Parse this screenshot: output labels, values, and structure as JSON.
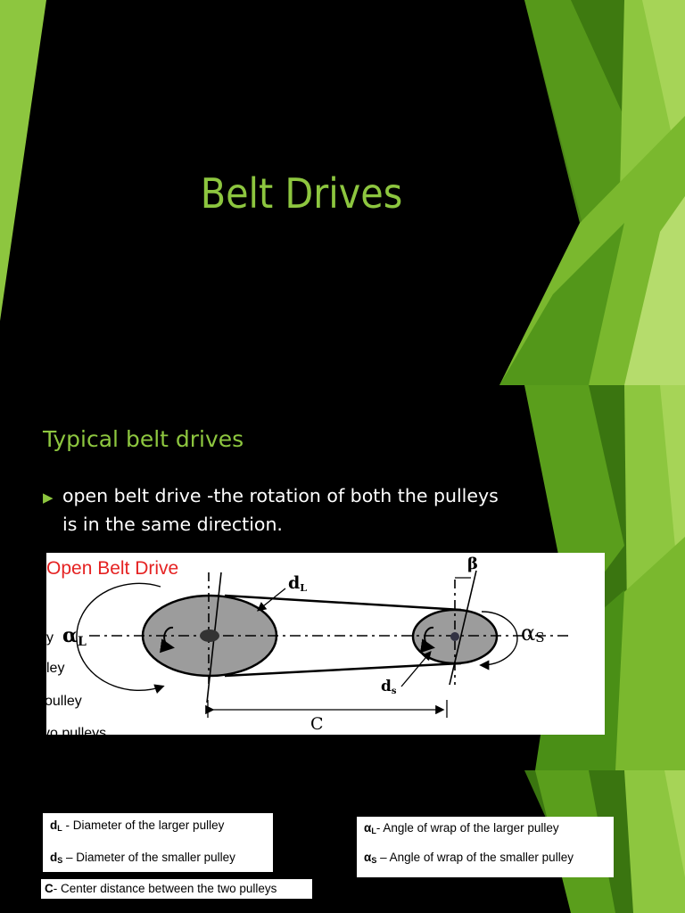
{
  "slide1": {
    "title": "Belt Drives"
  },
  "slide2": {
    "heading": "Typical belt drives",
    "bullet_icon": "triangle-right-icon",
    "bullet_text": "open belt drive -the rotation of both the pulleys is in the same direction.",
    "diagram": {
      "title": "Open Belt Drive",
      "label_dl_main": "d",
      "label_dl_sub": "L",
      "label_ds_main": "d",
      "label_ds_sub": "s",
      "label_beta": "β",
      "label_alpha_l_main": "α",
      "label_alpha_l_sub": "L",
      "label_alpha_s_main": "α",
      "label_alpha_s_sub": "S",
      "label_c": "C",
      "cut_text_1": "y",
      "cut_text_2": "ley",
      "cut_text_3": "oulley",
      "cut_text_4": "vo pulleys"
    }
  },
  "slide3": {
    "legend": [
      {
        "sym": "d",
        "sub": "L",
        "text": " - Diameter of the larger pulley"
      },
      {
        "sym": "d",
        "sub": "S",
        "text": " – Diameter of the smaller pulley"
      },
      {
        "sym": "α",
        "sub": "L",
        "text": "- Angle of wrap of the larger pulley"
      },
      {
        "sym": "α",
        "sub": "S",
        "text": " – Angle of wrap of the smaller pulley"
      },
      {
        "sym": "C",
        "sub": "",
        "text": "- Center distance between the two pulleys"
      }
    ]
  },
  "colors": {
    "accent": "#8dc63f",
    "background": "#000000",
    "text": "#ffffff"
  }
}
